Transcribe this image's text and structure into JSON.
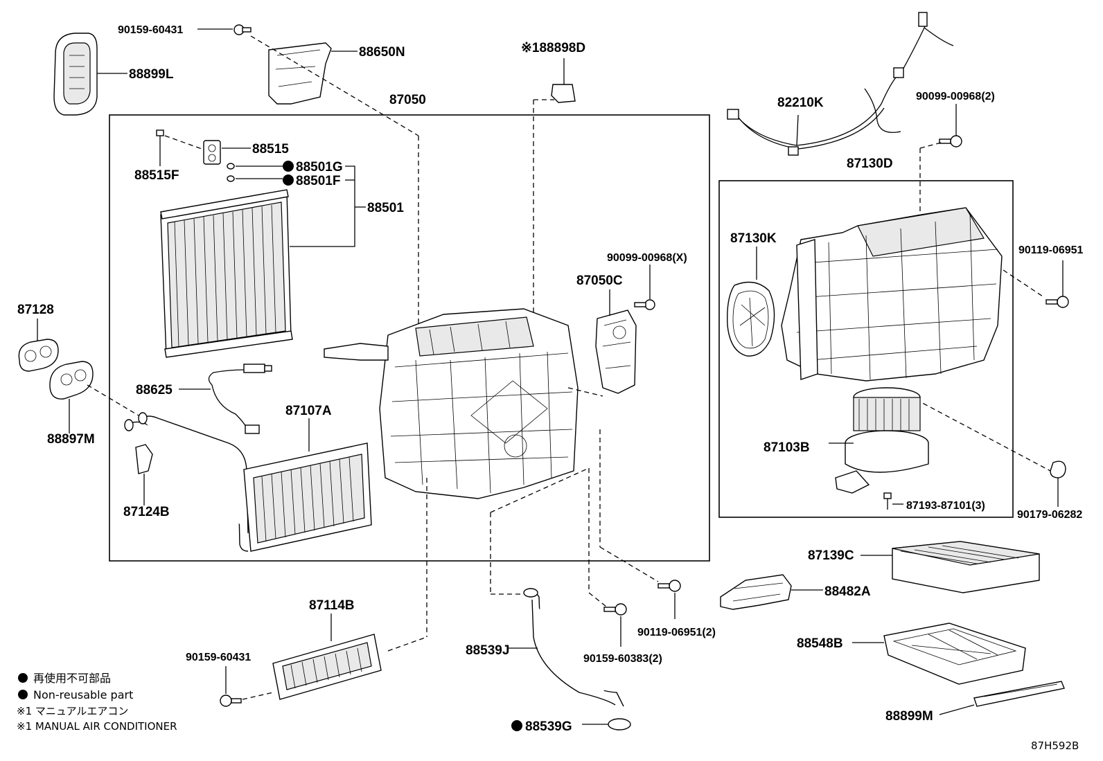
{
  "diagram_code": "87H592B",
  "legend": {
    "non_reusable_jp": "再使用不可部品",
    "non_reusable_en": "Non-reusable part",
    "note1_jp": "※1 マニュアルエアコン",
    "note1_en": "※1 MANUAL AIR CONDITIONER"
  },
  "labels": {
    "p90159_60431_top": "90159-60431",
    "p88650N": "88650N",
    "p88899L": "88899L",
    "p88898D": "※188898D",
    "p87050": "87050",
    "p88515": "88515",
    "p88515F": "88515F",
    "p88501G": "88501G",
    "p88501F": "88501F",
    "p88501": "88501",
    "p87128": "87128",
    "p88625": "88625",
    "p87107A": "87107A",
    "p88897M": "88897M",
    "p87124B": "87124B",
    "p90099_00968X": "90099-00968(X)",
    "p87050C": "87050C",
    "p82210K": "82210K",
    "p90099_00968_2": "90099-00968(2)",
    "p87130D": "87130D",
    "p87130K": "87130K",
    "p90119_06951": "90119-06951",
    "p87103B": "87103B",
    "p87193_87101": "87193-87101(3)",
    "p90179_06282": "90179-06282",
    "p87139C": "87139C",
    "p88482A": "88482A",
    "p88548B": "88548B",
    "p88899M": "88899M",
    "p87114B": "87114B",
    "p90159_60431_bottom": "90159-60431",
    "p88539J": "88539J",
    "p88539G": "88539G",
    "p90159_60383": "90159-60383(2)",
    "p90119_06951_2": "90119-06951(2)"
  }
}
